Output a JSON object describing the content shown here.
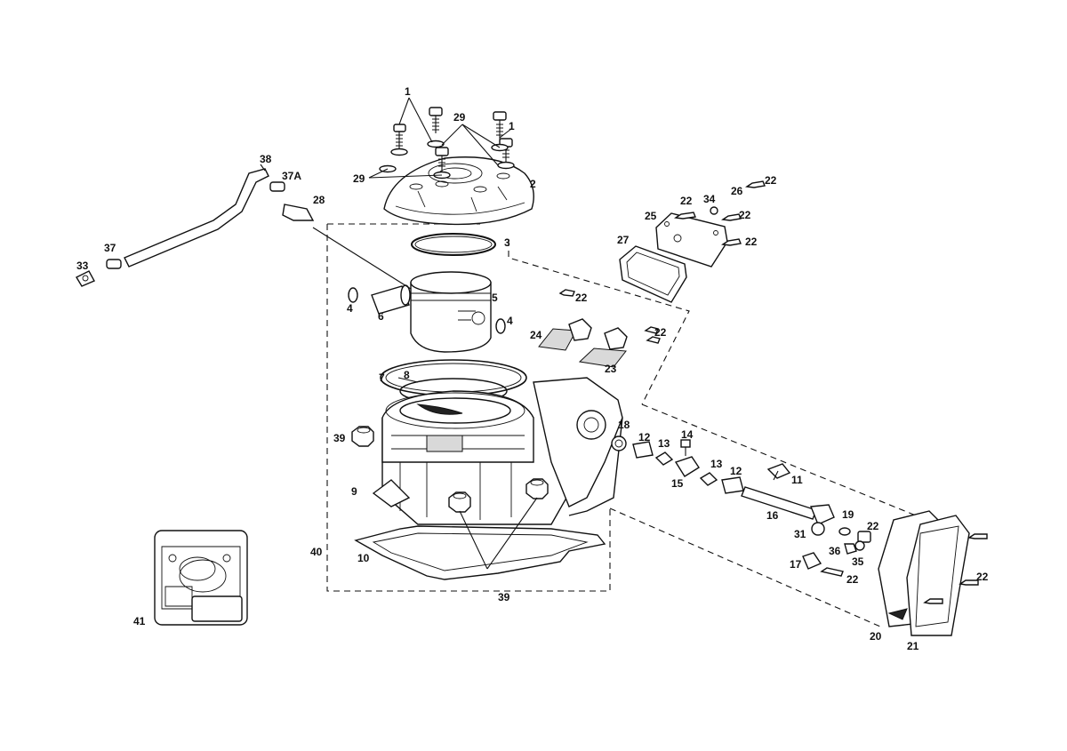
{
  "callouts": {
    "c1": "1",
    "c1b": "1",
    "c2": "2",
    "c3": "3",
    "c4": "4",
    "c4b": "4",
    "c5": "5",
    "c6": "6",
    "c7": "7",
    "c8": "8",
    "c9": "9",
    "c10": "10",
    "c11": "11",
    "c12": "12",
    "c12b": "12",
    "c13": "13",
    "c13b": "13",
    "c14": "14",
    "c15": "15",
    "c16": "16",
    "c17": "17",
    "c18": "18",
    "c19": "19",
    "c20": "20",
    "c21": "21",
    "c22a": "22",
    "c22b": "22",
    "c22c": "22",
    "c22d": "22",
    "c22e": "22",
    "c22f": "22",
    "c22g": "22",
    "c22h": "22",
    "c22i": "22",
    "c23": "23",
    "c24": "24",
    "c25": "25",
    "c26": "26",
    "c27": "27",
    "c28": "28",
    "c29": "29",
    "c29b": "29",
    "c31": "31",
    "c33": "33",
    "c34": "34",
    "c35": "35",
    "c36": "36",
    "c37": "37",
    "c37a": "37A",
    "c38": "38",
    "c39": "39",
    "c39b": "39",
    "c40": "40",
    "c41": "41"
  }
}
